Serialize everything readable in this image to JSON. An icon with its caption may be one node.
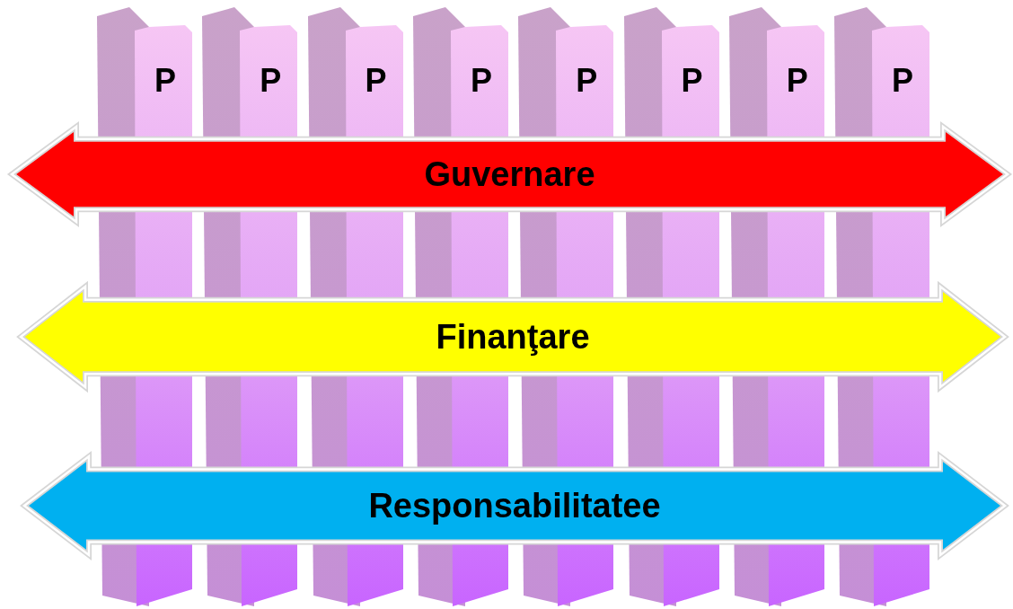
{
  "diagram": {
    "nodes": [
      {
        "text": [
          "P"
        ]
      },
      {
        "text": [
          "P"
        ]
      },
      {
        "text": [
          "P"
        ]
      },
      {
        "text": [
          "P"
        ]
      },
      {
        "text": [
          "P"
        ]
      },
      {
        "text": [
          "P"
        ]
      },
      {
        "text": [
          "P"
        ]
      },
      {
        "text": [
          "P"
        ]
      },
      {
        "text": [
          "Guvernare"
        ]
      },
      {
        "text": [
          "Finanţare"
        ]
      },
      {
        "text": [
          "Responsabilitatee"
        ]
      }
    ]
  }
}
